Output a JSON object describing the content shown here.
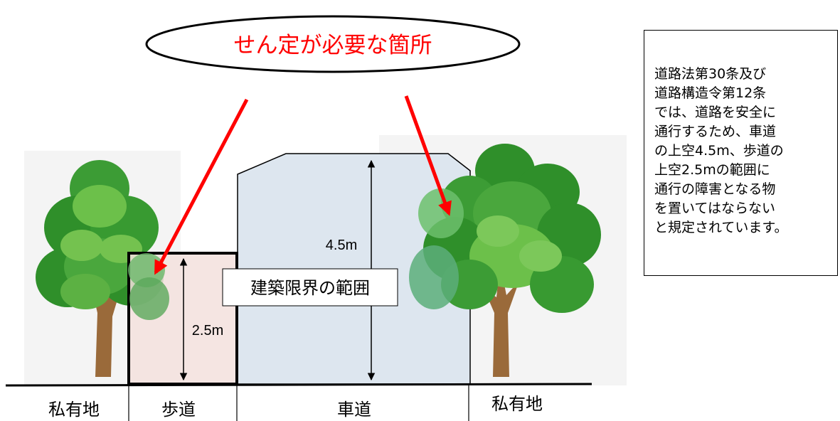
{
  "callout": {
    "title": "せん定が必要な箇所"
  },
  "range_label": "建築限界の範囲",
  "dims": {
    "roadway_clearance": "4.5m",
    "sidewalk_clearance": "2.5m"
  },
  "ground_labels": {
    "private_left": "私有地",
    "sidewalk": "歩道",
    "roadway": "車道",
    "private_right": "私有地"
  },
  "note_lines": [
    "道路法第30条及び",
    "道路構造令第12条",
    "では、道路を安全に",
    "通行するため、車道",
    "の上空4.5m、歩道の",
    "上空2.5mの範囲に",
    "通行の障害となる物",
    "を置いてはならない",
    "と規定されています。"
  ],
  "colors": {
    "callout_text": "#ff0000",
    "arrow": "#ff0000",
    "sidewalk_fill": "#f3e1dd",
    "roadway_fill": "#dde6ef",
    "tree_dark": "#2f8f2a",
    "tree_light": "#6cc04a",
    "trunk": "#9a6a3a"
  }
}
